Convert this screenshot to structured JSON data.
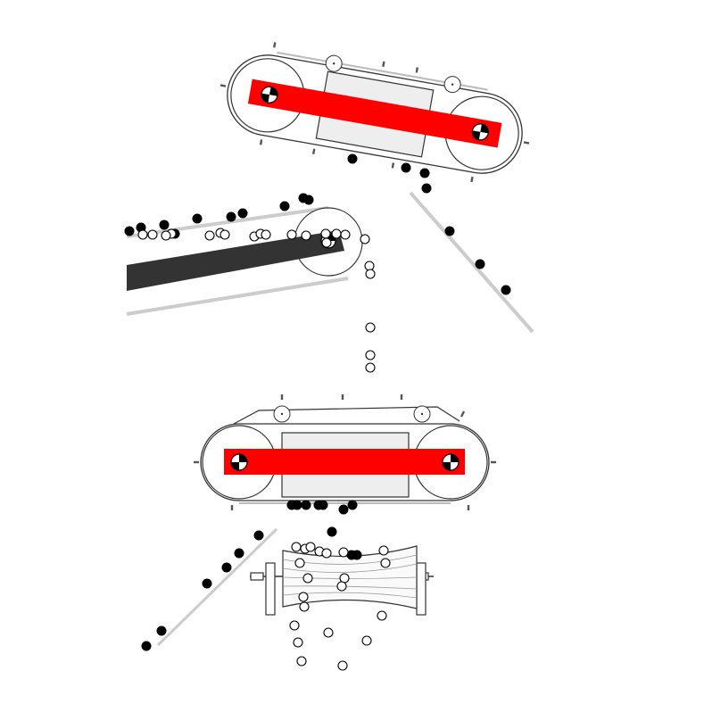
{
  "figure": {
    "description_visible_text": "",
    "colors": {
      "magnet_bar": "#ff0000",
      "conveyor_belt_dark": "#333333",
      "chute_line": "#cccccc",
      "outline": "#333333",
      "housing_fill": "#eeeeee",
      "ferrous_particle": "#000000",
      "nonferrous_particle_fill": "#ffffff"
    },
    "components": [
      {
        "name": "upper-overband-magnet",
        "icon": "overband-magnet-icon"
      },
      {
        "name": "feed-conveyor",
        "icon": "conveyor-icon"
      },
      {
        "name": "upper-discharge-chute",
        "icon": "chute-icon"
      },
      {
        "name": "lower-overband-magnet",
        "icon": "overband-magnet-icon"
      },
      {
        "name": "lower-discharge-chute",
        "icon": "chute-icon"
      },
      {
        "name": "collection-spool",
        "icon": "spool-icon"
      }
    ]
  }
}
